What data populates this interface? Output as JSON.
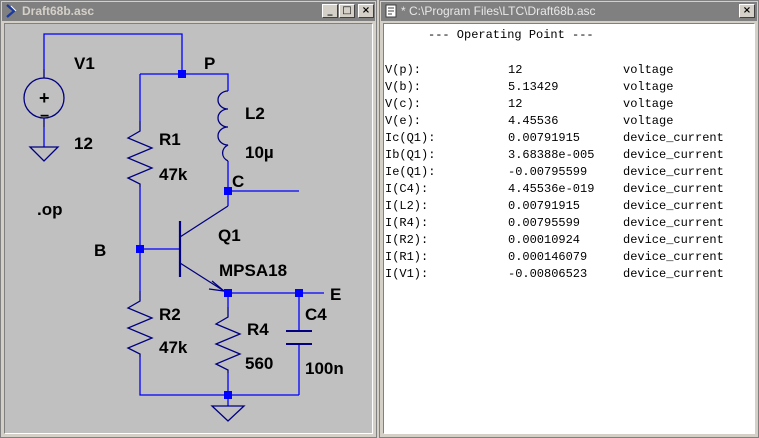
{
  "schematic_window": {
    "title": "Draft68b.asc",
    "buttons": {
      "minimize": "_",
      "maximize": "□",
      "close": "×"
    },
    "labels": {
      "v1_name": "V1",
      "v1_value": "12",
      "net_p": "P",
      "net_b": "B",
      "net_c": "C",
      "net_e": "E",
      "r1_name": "R1",
      "r1_value": "47k",
      "r2_name": "R2",
      "r2_value": "47k",
      "l2_name": "L2",
      "l2_value": "10µ",
      "q1_name": "Q1",
      "q1_model": "MPSA18",
      "r4_name": "R4",
      "r4_value": "560",
      "c4_name": "C4",
      "c4_value": "100n",
      "directive": ".op",
      "v1_plus": "+",
      "v1_minus": "−"
    },
    "colors": {
      "wire": "#0000ff",
      "component": "#000080",
      "text": "#000000",
      "background": "#c0c0c0"
    }
  },
  "op_window": {
    "title": "* C:\\Program Files\\LTC\\Draft68b.asc",
    "buttons": {
      "close": "×"
    },
    "header": "--- Operating Point ---",
    "rows": [
      {
        "name": "V(p):",
        "value": "12",
        "type": "voltage"
      },
      {
        "name": "V(b):",
        "value": "5.13429",
        "type": "voltage"
      },
      {
        "name": "V(c):",
        "value": "12",
        "type": "voltage"
      },
      {
        "name": "V(e):",
        "value": "4.45536",
        "type": "voltage"
      },
      {
        "name": "Ic(Q1):",
        "value": "0.00791915",
        "type": "device_current"
      },
      {
        "name": "Ib(Q1):",
        "value": "3.68388e-005",
        "type": "device_current"
      },
      {
        "name": "Ie(Q1):",
        "value": "-0.00795599",
        "type": "device_current"
      },
      {
        "name": "I(C4):",
        "value": "4.45536e-019",
        "type": "device_current"
      },
      {
        "name": "I(L2):",
        "value": "0.00791915",
        "type": "device_current"
      },
      {
        "name": "I(R4):",
        "value": "0.00795599",
        "type": "device_current"
      },
      {
        "name": "I(R2):",
        "value": "0.00010924",
        "type": "device_current"
      },
      {
        "name": "I(R1):",
        "value": "0.000146079",
        "type": "device_current"
      },
      {
        "name": "I(V1):",
        "value": "-0.00806523",
        "type": "device_current"
      }
    ]
  }
}
